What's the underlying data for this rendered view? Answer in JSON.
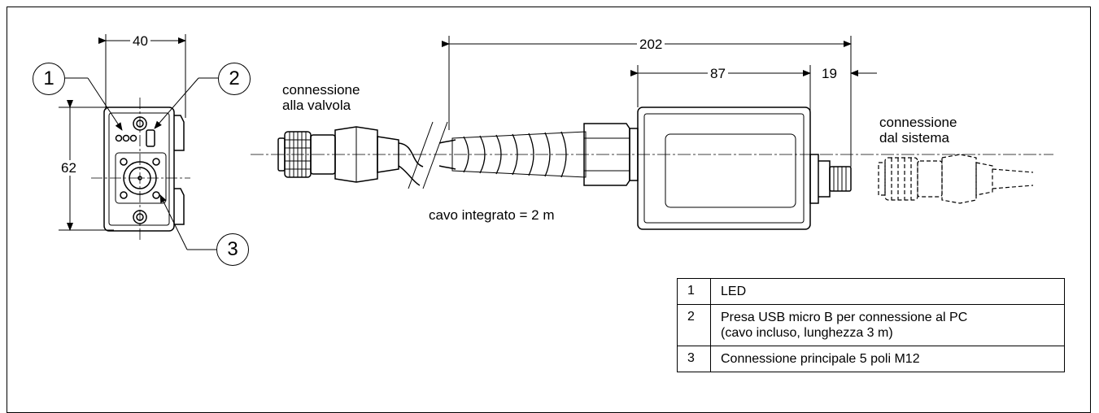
{
  "callouts": [
    "1",
    "2",
    "3"
  ],
  "dimensions": {
    "width_front": "40",
    "height_front": "62",
    "total_length": "202",
    "body_length": "87",
    "connector_length": "19"
  },
  "labels": {
    "valve_connection_1": "connessione",
    "valve_connection_2": "alla valvola",
    "cable": "cavo integrato = 2 m",
    "system_connection_1": "connessione",
    "system_connection_2": "dal sistema"
  },
  "legend": [
    {
      "num": "1",
      "desc": "LED"
    },
    {
      "num": "2",
      "desc": "Presa USB micro B per connessione al PC\n(cavo incluso, lunghezza 3 m)"
    },
    {
      "num": "3",
      "desc": "Connessione principale 5 poli M12"
    }
  ]
}
